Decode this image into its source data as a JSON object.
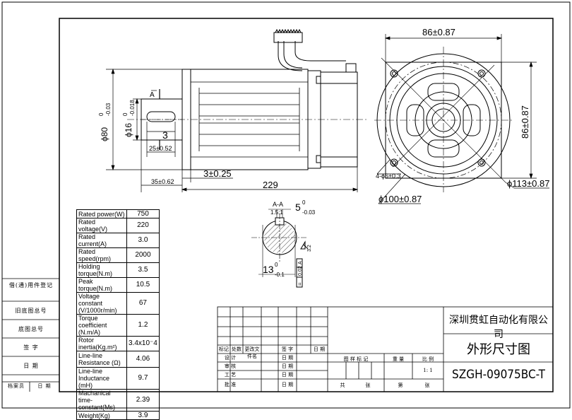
{
  "dimensions": {
    "d80": "ϕ80",
    "d80_up": "0",
    "d80_dn": "-0.03",
    "d16": "ϕ16",
    "d16_up": "0",
    "d16_dn": "-0.018",
    "key_w": "3",
    "key_len": "25±0.52",
    "shaft_len": "35±0.62",
    "flange": "3±0.25",
    "body_len": "229",
    "sq_top": "86±0.87",
    "sq_right": "86±0.87",
    "holes": "4-ϕ6±0.3",
    "pcd": "ϕ100±0.87",
    "outer": "ϕ113±0.87",
    "section_title": "A-A",
    "section_scale": "1.5:1",
    "key5": "5",
    "key5_up": "0",
    "key5_dn": "-0.03",
    "d13": "13",
    "d13_up": "0",
    "d13_dn": "-0.1",
    "section_marker": "A",
    "tol_a": "A",
    "tol_val": "0.02",
    "tol_symbol": "=",
    "roughness": "3.2"
  },
  "specs": [
    {
      "label": "Rated power(W)",
      "value": "750"
    },
    {
      "label": "Rated voltage(V)",
      "value": "220"
    },
    {
      "label": "Rated current(A)",
      "value": "3.0"
    },
    {
      "label": "Rated speed(rpm)",
      "value": "2000"
    },
    {
      "label": "Holding torque(N.m)",
      "value": "3.5"
    },
    {
      "label": "Peak torque(N.m)",
      "value": "10.5"
    },
    {
      "label": "Voltage constant (V/1000r/min)",
      "value": "67"
    },
    {
      "label": "Torque coefficient (N.m/A)",
      "value": "1.2"
    },
    {
      "label": "Rotor inertia(Kg.m²)",
      "value": "3.4x10⁻4"
    },
    {
      "label": "Line-line Resistance (Ω)",
      "value": "4.06"
    },
    {
      "label": "Line-line Inductance (mH)",
      "value": "9.7"
    },
    {
      "label": "Machanical time-constant(Ms)",
      "value": "2.39"
    },
    {
      "label": "Weight(Kg)",
      "value": "3.9"
    }
  ],
  "side_labels": [
    "借(通)用件登记",
    "旧底图总号",
    "底图总号",
    "签 字",
    "日 期"
  ],
  "side_footer": [
    "档案员",
    "日 期"
  ],
  "title_block": {
    "company": "深圳贯虹自动化有限公司",
    "drawing_title": "外形尺寸图",
    "model": "SZGH-09075BC-T",
    "rev_headers": [
      "标记",
      "处数",
      "更改文件名",
      "签 字",
      "日 期"
    ],
    "roles": [
      "设 计",
      "审 核",
      "工 艺",
      "批 准"
    ],
    "date_label": "日 期",
    "mark_label": "图 样 标 记",
    "weight_label": "重 量",
    "scale_label": "比 例",
    "scale_value": "1: 1",
    "sheets_total": "共",
    "sheets_unit": "张",
    "sheet_no": "第",
    "sheet_unit": "张"
  }
}
